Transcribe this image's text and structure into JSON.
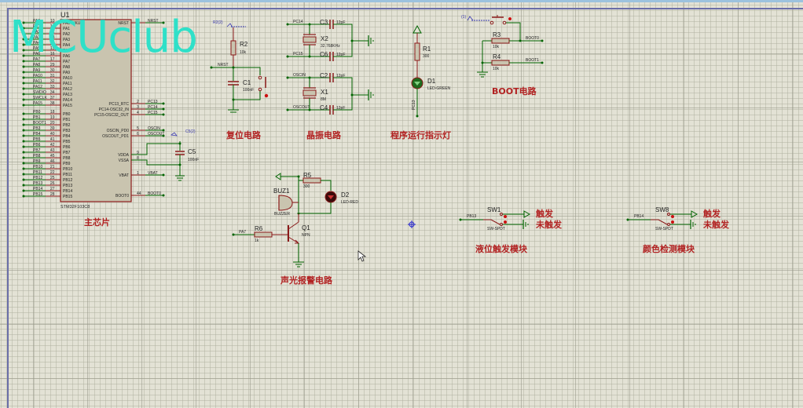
{
  "app": {
    "type": "Proteus ISIS schematic"
  },
  "colors": {
    "wire": "#006400",
    "component_outline": "#8b1a1a",
    "component_fill": "#c9c4af",
    "title": "#b22222",
    "watermark": "#2fe0c8",
    "pin_text": "#1a1a1a",
    "probe": "#3a3ab0"
  },
  "watermark": "MCUclub",
  "mcu": {
    "ref": "U1",
    "part": "STM32F103C8",
    "section_title": "主芯片",
    "left_pins": [
      {
        "net": "PA0",
        "num": "10",
        "name": "PA0-WKUP"
      },
      {
        "net": "PA1",
        "num": "11",
        "name": "PA1"
      },
      {
        "net": "PA2",
        "num": "12",
        "name": "PA2"
      },
      {
        "net": "PA3",
        "num": "13",
        "name": "PA3"
      },
      {
        "net": "PA4",
        "num": "14",
        "name": "PA4"
      },
      {
        "net": "PA5",
        "num": "15",
        "name": "PA5"
      },
      {
        "net": "PA6",
        "num": "16",
        "name": "PA6"
      },
      {
        "net": "PA7",
        "num": "17",
        "name": "PA7"
      },
      {
        "net": "PA8",
        "num": "29",
        "name": "PA8"
      },
      {
        "net": "PA9",
        "num": "30",
        "name": "PA9"
      },
      {
        "net": "PA10",
        "num": "31",
        "name": "PA10"
      },
      {
        "net": "PA11",
        "num": "32",
        "name": "PA11"
      },
      {
        "net": "PA12",
        "num": "33",
        "name": "PA12"
      },
      {
        "net": "SWDIO",
        "num": "34",
        "name": "PA13"
      },
      {
        "net": "SWCLK",
        "num": "37",
        "name": "PA14"
      },
      {
        "net": "PA15",
        "num": "38",
        "name": "PA15"
      },
      {
        "net": "PB0",
        "num": "18",
        "name": "PB0"
      },
      {
        "net": "PB1",
        "num": "19",
        "name": "PB1"
      },
      {
        "net": "BOOT1",
        "num": "20",
        "name": "PB2"
      },
      {
        "net": "PB3",
        "num": "39",
        "name": "PB3"
      },
      {
        "net": "PB4",
        "num": "40",
        "name": "PB4"
      },
      {
        "net": "PB5",
        "num": "41",
        "name": "PB5"
      },
      {
        "net": "PB6",
        "num": "42",
        "name": "PB6"
      },
      {
        "net": "PB7",
        "num": "43",
        "name": "PB7"
      },
      {
        "net": "PB8",
        "num": "45",
        "name": "PB8"
      },
      {
        "net": "PB9",
        "num": "46",
        "name": "PB9"
      },
      {
        "net": "PB10",
        "num": "21",
        "name": "PB10"
      },
      {
        "net": "PB11",
        "num": "22",
        "name": "PB11"
      },
      {
        "net": "PB12",
        "num": "25",
        "name": "PB12"
      },
      {
        "net": "PB13",
        "num": "26",
        "name": "PB13"
      },
      {
        "net": "PB14",
        "num": "27",
        "name": "PB14"
      },
      {
        "net": "PB15",
        "num": "28",
        "name": "PB15"
      }
    ],
    "right_pins": [
      {
        "net": "NRST",
        "num": "7",
        "name": "NRST"
      },
      {
        "net": "PC13",
        "num": "2",
        "name": "PC13_RTC"
      },
      {
        "net": "PC14",
        "num": "3",
        "name": "PC14-OSC32_IN"
      },
      {
        "net": "PC15",
        "num": "4",
        "name": "PC15-OSC32_OUT"
      },
      {
        "net": "OSCIN",
        "num": "5",
        "name": "OSCIN_PD0"
      },
      {
        "net": "OSCOUT",
        "num": "6",
        "name": "OSCOUT_PD1"
      },
      {
        "net": "",
        "num": "9",
        "name": "VDDA"
      },
      {
        "net": "",
        "num": "8",
        "name": "VSSA"
      },
      {
        "net": "VBAT",
        "num": "1",
        "name": "VBAT"
      },
      {
        "net": "BOOT0",
        "num": "44",
        "name": "BOOT0"
      }
    ],
    "c5": {
      "ref": "C5",
      "value": "100nF",
      "probe": "C5(2)"
    }
  },
  "reset": {
    "title": "复位电路",
    "probe": "R2(2)",
    "r_ref": "R2",
    "r_value": "10k",
    "net": "NRST",
    "c_ref": "C1",
    "c_value": "100nF"
  },
  "crystal": {
    "title": "晶振电路",
    "x2": {
      "ref": "X2",
      "value": "32.768KHz",
      "net_top": "PC14",
      "net_bot": "PC15",
      "c_top": "C3",
      "c_bot": "C6",
      "c_value": "12pF"
    },
    "x1": {
      "ref": "X1",
      "value": "8M",
      "net_top": "OSCIN",
      "net_bot": "OSCOUT",
      "c_top": "C2",
      "c_bot": "C4",
      "c_value": "12pF"
    }
  },
  "indicator": {
    "title": "程序运行指示灯",
    "r_ref": "R1",
    "r_value": "300",
    "d_ref": "D1",
    "d_value": "LED-GREEN",
    "net": "PC13"
  },
  "boot": {
    "title": "BOOT电路",
    "probe": "(1)",
    "r3_ref": "R3",
    "r3_value": "10k",
    "r4_ref": "R4",
    "r4_value": "10k",
    "net0": "BOOT0",
    "net1": "BOOT1"
  },
  "alarm": {
    "title": "声光报警电路",
    "r5_ref": "R5",
    "r5_value": "300",
    "buz_ref": "BUZ1",
    "buz_value": "BUZZER",
    "d_ref": "D2",
    "d_value": "LED-RED",
    "q_ref": "Q1",
    "q_value": "NPN",
    "r6_ref": "R6",
    "r6_value": "1k",
    "net": "PA7"
  },
  "level": {
    "title": "液位触发模块",
    "sw_ref": "SW1",
    "sw_value": "SW-SPDT",
    "net": "PB13",
    "on_label": "触发",
    "off_label": "未触发"
  },
  "color": {
    "title": "颜色检测模块",
    "sw_ref": "SW8",
    "sw_value": "SW-SPDT",
    "net": "PB14",
    "on_label": "触发",
    "off_label": "未触发"
  }
}
